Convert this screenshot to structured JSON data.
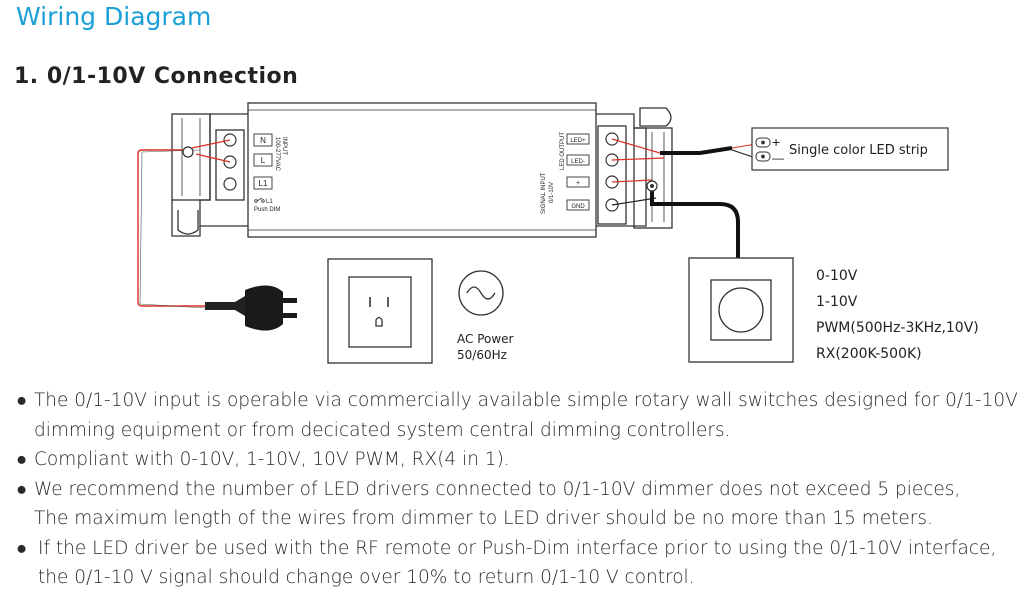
{
  "title": "Wiring Diagram",
  "subtitle": "1. 0/1-10V Connection",
  "driver": {
    "input_terminals": [
      "N",
      "L",
      "L1"
    ],
    "input_label": [
      "INPUT",
      "100-277VAC"
    ],
    "push_dim": [
      "L1",
      "Push DIM"
    ],
    "output_terminals": [
      "LED+",
      "LED-",
      "+",
      "GND"
    ],
    "output_label": "LED OUTPUT",
    "signal_label": [
      "SIGNAL INPUT",
      "0/1-10V"
    ]
  },
  "led_strip": {
    "label": "Single color LED strip",
    "plus": "+",
    "minus": "—"
  },
  "ac_power": {
    "line1": "AC Power",
    "line2": "50/60Hz"
  },
  "dimmer_modes": [
    "0-10V",
    "1-10V",
    "PWM(500Hz-3KHz,10V)",
    "RX(200K-500K)"
  ],
  "notes": [
    [
      "The 0/1-10V input is operable via commercially available simple rotary wall switches designed for 0/1-10V",
      "dimming equipment or from decicated system central dimming controllers."
    ],
    [
      "Compliant with 0-10V, 1-10V, 10V PWM, RX(4 in 1)."
    ],
    [
      "We recommend the number of LED drivers connected to 0/1-10V dimmer does not exceed 5 pieces,",
      "The maximum length of the wires from dimmer to LED driver should be no more than 15 meters."
    ],
    [
      "If the LED driver be used with the RF remote or Push-Dim interface prior to using the 0/1-10V interface,",
      "the 0/1-10 V signal should change over 10% to return 0/1-10 V control."
    ]
  ],
  "colors": {
    "title": "#1a9fd6",
    "wire_red": "#d93025",
    "line": "#333333"
  }
}
